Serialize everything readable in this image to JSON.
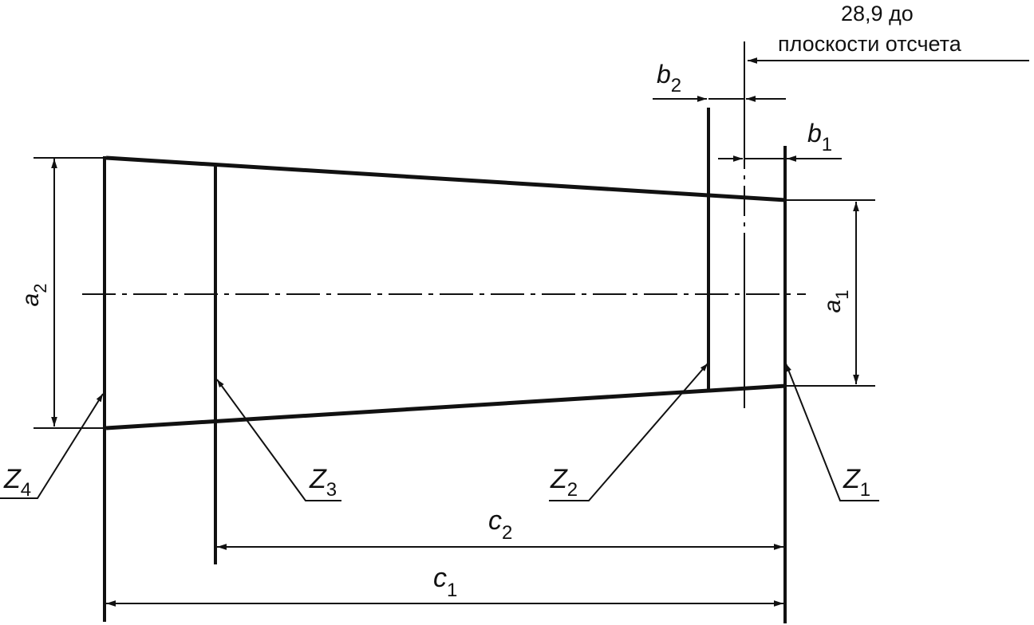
{
  "reference_note": {
    "line1": "28,9 до",
    "line2": "плоскости отсчета"
  },
  "dimensions": {
    "a1": {
      "letter": "a",
      "index": "1"
    },
    "a2": {
      "letter": "a",
      "index": "2"
    },
    "b1": {
      "letter": "b",
      "index": "1"
    },
    "b2": {
      "letter": "b",
      "index": "2"
    },
    "c1": {
      "letter": "c",
      "index": "1"
    },
    "c2": {
      "letter": "c",
      "index": "2"
    }
  },
  "zones": {
    "z1": {
      "letter": "Z",
      "index": "1"
    },
    "z2": {
      "letter": "Z",
      "index": "2"
    },
    "z3": {
      "letter": "Z",
      "index": "3"
    },
    "z4": {
      "letter": "Z",
      "index": "4"
    }
  },
  "colors": {
    "ink": "#111111",
    "background": "#ffffff"
  }
}
